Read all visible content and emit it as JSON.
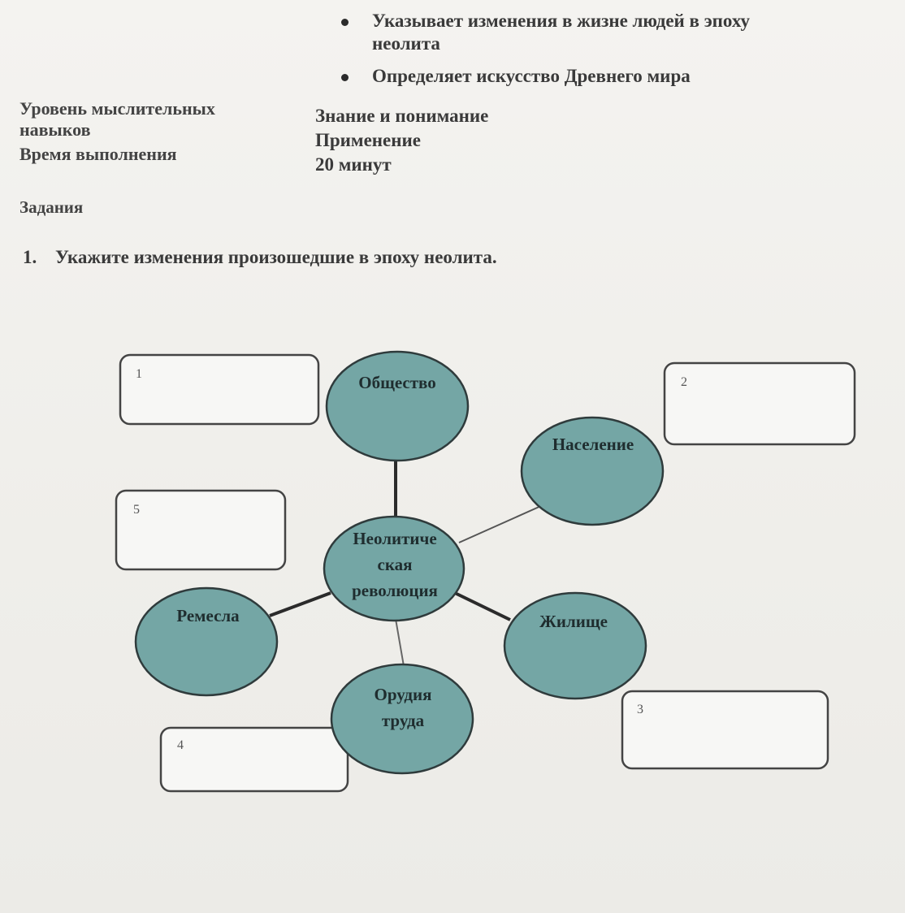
{
  "bullets": [
    {
      "text": "Указывает  изменения в жизне людей в эпоху"
    },
    {
      "text": "неолита"
    },
    {
      "text": "Определяет искусство Древнего мира"
    }
  ],
  "meta": {
    "level_label_1": "Уровень мыслительных",
    "level_label_2": "навыков",
    "time_label": "Время выполнения",
    "level_value_1": "Знание и понимание",
    "level_value_2": "Применение",
    "time_value": "20 минут"
  },
  "section_title": "Задания",
  "task": {
    "number": "1.",
    "text": "Укажите изменения произошедшие в эпоху неолита."
  },
  "diagram": {
    "center": [
      "Неолитиче",
      "ская",
      "революция"
    ],
    "nodes": {
      "obshchestvo": "Общество",
      "naselenie": "Население",
      "zhilishche": "Жилище",
      "orudiya_1": "Орудия",
      "orudiya_2": "труда",
      "remesla": "Ремесла"
    },
    "boxes": {
      "b1": "1",
      "b2": "2",
      "b3": "3",
      "b4": "4",
      "b5": "5"
    },
    "colors": {
      "ellipse_fill": "#74a6a5",
      "ellipse_stroke": "#2f3b3c",
      "box_stroke": "#444444",
      "box_fill": "#f7f7f5"
    }
  }
}
